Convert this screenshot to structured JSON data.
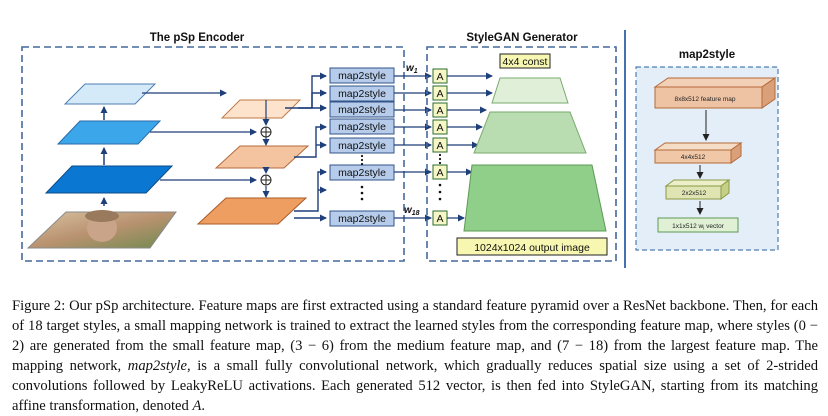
{
  "encoder": {
    "title": "The pSp Encoder"
  },
  "generator": {
    "title": "StyleGAN Generator",
    "const_label": "4x4 const",
    "output_label": "1024x1024 output image",
    "affine_label": "A",
    "w_first": "w",
    "w_first_sub": "1",
    "w_last": "w",
    "w_last_sub": "18"
  },
  "map2style_label": "map2style",
  "map2style_panel": {
    "title": "map2style",
    "layers": [
      "8x8x512 feature map",
      "4x4x512",
      "2x2x512"
    ],
    "vector_label": "1x1x512 w",
    "vector_sub": "i",
    "vector_suffix": " vector"
  },
  "caption": {
    "part1": "Figure 2: Our pSp architecture. Feature maps are first extracted using a standard feature pyramid over a ResNet backbone. Then, for each of 18 target styles, a small mapping network is trained to extract the learned styles from the corresponding feature map, where styles (0 − 2) are generated from the small feature map, (3 − 6) from the medium feature map, and (7 − 18) from the largest feature map. The mapping network, ",
    "emph": "map2style",
    "part2": ", is a small fully convolutional network, which gradually reduces spatial size using a set of 2-strided convolutions followed by LeakyReLU activations. Each generated 512 vector, is then fed into StyleGAN, starting from its matching affine transformation, denoted ",
    "emph2": "A",
    "part3": "."
  }
}
